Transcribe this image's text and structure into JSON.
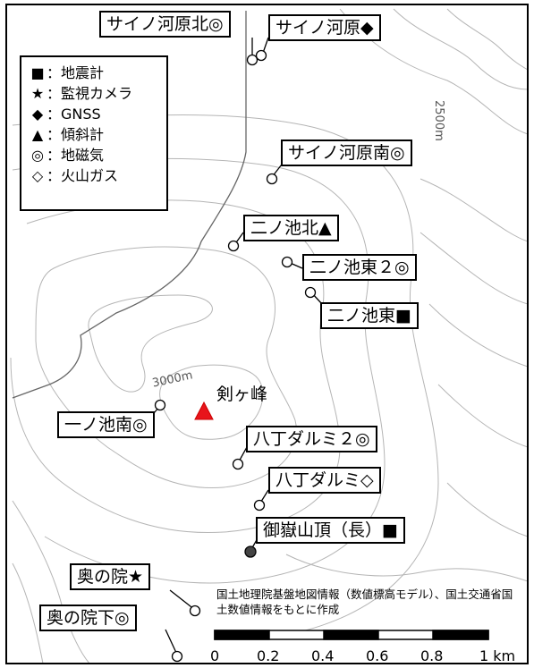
{
  "peak": {
    "name": "剣ヶ峰"
  },
  "contours": {
    "c3000": "3000m",
    "c2500": "2500m"
  },
  "legend": [
    {
      "symbol": "■",
      "text": "：地震計"
    },
    {
      "symbol": "★",
      "text": "：監視カメラ"
    },
    {
      "symbol": "◆",
      "text": "：GNSS"
    },
    {
      "symbol": "▲",
      "text": "：傾斜計"
    },
    {
      "symbol": "◎",
      "text": "：地磁気"
    },
    {
      "symbol": "◇",
      "text": "：火山ガス"
    }
  ],
  "stations": {
    "sainokawara_kita": "サイノ河原北◎",
    "sainokawara": "サイノ河原◆",
    "sainokawara_minami": "サイノ河原南◎",
    "ninoike_kita": "二ノ池北▲",
    "ninoike_higashi2": "二ノ池東２◎",
    "ninoike_higashi": "二ノ池東■",
    "ichinoike_minami": "一ノ池南◎",
    "hacchodarumi2": "八丁ダルミ２◎",
    "hacchodarumi": "八丁ダルミ◇",
    "ontakesancho": "御嶽山頂（長）■",
    "okunoin": "奥の院★",
    "okunoin_shita": "奥の院下◎"
  },
  "attribution": "国土地理院基盤地図情報（数値標高モデル）、国土交通省国土数値情報をもとに作成",
  "scale": {
    "ticks": [
      "0",
      "0.2",
      "0.4",
      "0.6",
      "0.8",
      "1 km"
    ]
  },
  "colors": {
    "peak_marker": "#e8141b",
    "contour": "#aaaaaa",
    "road": "#666666"
  }
}
